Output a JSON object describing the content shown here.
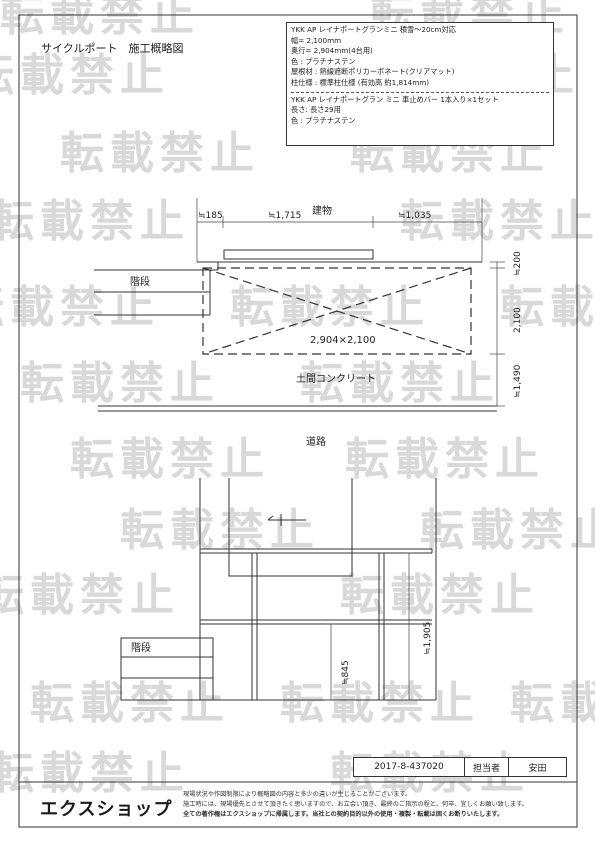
{
  "title": "サイクルポート　施工概略図",
  "watermark": "転載禁止",
  "spec": {
    "product1": "YKK AP レイナポートグランミニ 積雪～20cm対応",
    "width": "幅= 2,100mm",
    "depth": "奥行= 2,904mm(4台用)",
    "color1": "色 : プラチナステン",
    "roof": "屋根材 : 熱線遮断ポリカーボネート(クリアマット)",
    "pillar": "柱仕様 : 標準柱仕様 (有効高 約1,814mm)",
    "product2": "YKK AP レイナポートグラン ミニ 車止めバー 1本入り×1セット",
    "length": "長さ: 長さ29用",
    "color2": "色 : プラチナステン"
  },
  "plan": {
    "building_label": "建物",
    "dim_185": "≒185",
    "dim_1715": "≒1,715",
    "dim_1035": "≒1,035",
    "dim_200": "≒200",
    "dim_2100": "2,100",
    "dim_1490": "≒1,490",
    "stairs_label": "階段",
    "size_label": "2,904×2,100",
    "floor_label": "土間コンクリート"
  },
  "elevation": {
    "road_label": "道路",
    "stairs_label": "階段",
    "dim_1905": "≒1,905",
    "dim_845": "≒845"
  },
  "title_block": {
    "doc_number": "2017-8-437020",
    "person_label": "担当者",
    "person_name": "安田"
  },
  "logo": "エクスショップ",
  "notes": [
    "現場状況や作図制限により概略図の内容と多少の違いが生じることがございます。",
    "施工時には、現場優先とさせて頂きたく思いますので、お立会い頂き、最終のご指示の程と、何卒、宜しくお願い致します。",
    "全ての著作権はエクスショップに帰属します。当社との契約目的以外の使用・複製・転載は固くお断りいたします。"
  ]
}
